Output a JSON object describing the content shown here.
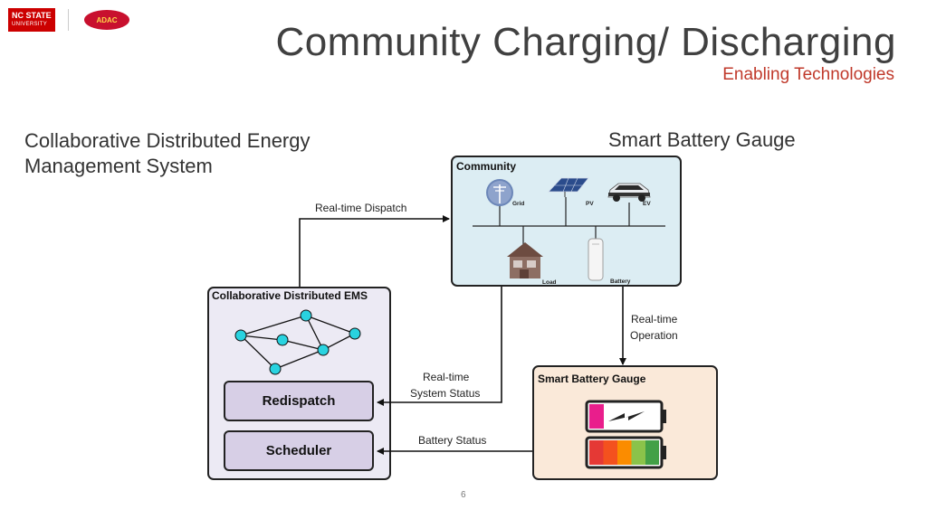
{
  "header": {
    "logo_ncsu_line1": "NC STATE",
    "logo_ncsu_line2": "UNIVERSITY",
    "logo_adac": "ADAC",
    "title": "Community Charging/ Discharging",
    "subtitle": "Enabling Technologies"
  },
  "headings": {
    "left": "Collaborative Distributed Energy Management System",
    "right": "Smart Battery Gauge"
  },
  "community": {
    "title": "Community",
    "grid": "Grid",
    "pv": "PV",
    "ev": "EV",
    "load": "Load",
    "battery": "Battery"
  },
  "ems": {
    "title": "Collaborative Distributed EMS",
    "redispatch": "Redispatch",
    "scheduler": "Scheduler"
  },
  "sbg": {
    "title": "Smart Battery Gauge",
    "charge_segments": [
      "#e53935",
      "#f4511e",
      "#fb8c00",
      "#8bc34a",
      "#43a047"
    ],
    "charging_color": "#e91e8c"
  },
  "arrows": {
    "realtime_dispatch": "Real-time Dispatch",
    "realtime_operation_1": "Real-time",
    "realtime_operation_2": "Operation",
    "realtime_status_1": "Real-time",
    "realtime_status_2": "System Status",
    "battery_status": "Battery Status"
  },
  "footer": {
    "page": "6"
  }
}
